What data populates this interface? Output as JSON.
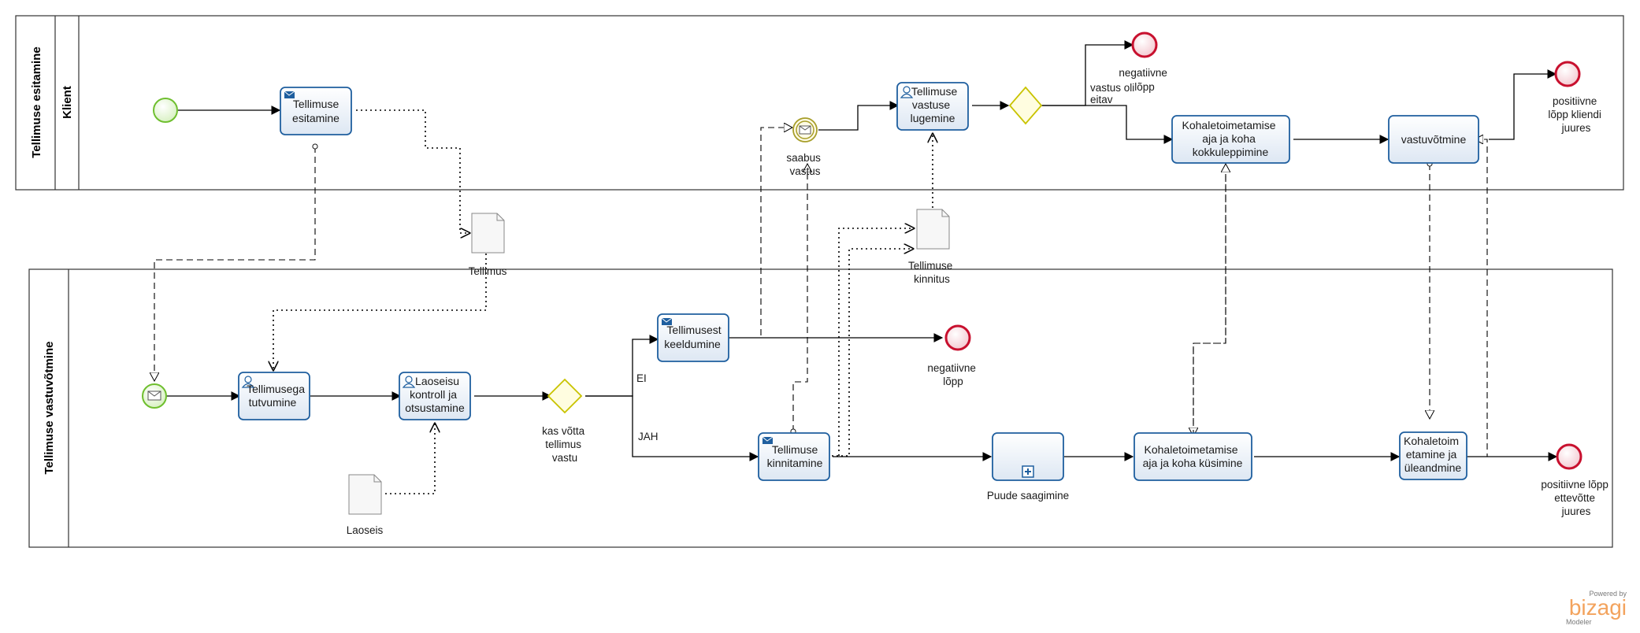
{
  "pools": {
    "top_pool": "Tellimuse esitamine",
    "top_lane": "Klient",
    "bottom_pool": "Tellimuse vastuvõtmine"
  },
  "tasks": {
    "tellimuse_esitamine": [
      "Tellimuse",
      "esitamine"
    ],
    "tellimuse_vastuse_lugemine": [
      "Tellimuse",
      "vastuse",
      "lugemine"
    ],
    "kokkuleppimine": [
      "Kohaletoimetamise",
      "aja ja koha",
      "kokkuleppimine"
    ],
    "vastuvotmine": [
      "vastuvõtmine"
    ],
    "tellimusega_tutvumine": [
      "Tellimusega",
      "tutvumine"
    ],
    "laoseisu_kontroll": [
      "Laoseisu",
      "kontroll ja",
      "otsustamine"
    ],
    "tellimusest_keeldumine": [
      "Tellimusest",
      "keeldumine"
    ],
    "tellimuse_kinnitamine": [
      "Tellimuse",
      "kinnitamine"
    ],
    "kusimine": [
      "Kohaletoimetamise",
      "aja ja koha küsimine"
    ],
    "uleandmine": [
      "Kohaletoim",
      "etamine ja",
      "üleandmine"
    ]
  },
  "labels": {
    "negatiivne_lopp_top": [
      "negatiivne",
      "lõpp"
    ],
    "vastus_oli_eitav": [
      "vastus oli",
      "eitav"
    ],
    "positiivne_lopp_kliendi": [
      "positiivne",
      "lõpp kliendi",
      "juures"
    ],
    "saabus_vastus": [
      "saabus",
      "vastus"
    ],
    "tellimus_doc": "Tellimus",
    "tellimuse_kinnitus_doc": [
      "Tellimuse",
      "kinnitus"
    ],
    "laoseis_doc": "Laoseis",
    "negatiivne_lopp_bottom": [
      "negatiivne",
      "lõpp"
    ],
    "kas_votta": [
      "kas võtta",
      "tellimus",
      "vastu"
    ],
    "ei": "EI",
    "jah": "JAH",
    "puude_saagimine": "Puude saagimine",
    "positiivne_lopp_ettevotte": [
      "positiivne lõpp",
      "ettevõtte",
      "juures"
    ]
  },
  "branding": {
    "powered_by": "Powered by",
    "name": "bizagi",
    "product": "Modeler"
  },
  "colors": {
    "task_border": "#1f5f9f",
    "task_fill": "#eef3fa",
    "start_event": "#6fbf2f",
    "end_event": "#c8102e",
    "gateway": "#c9c300",
    "brand": "#f3a35d"
  }
}
